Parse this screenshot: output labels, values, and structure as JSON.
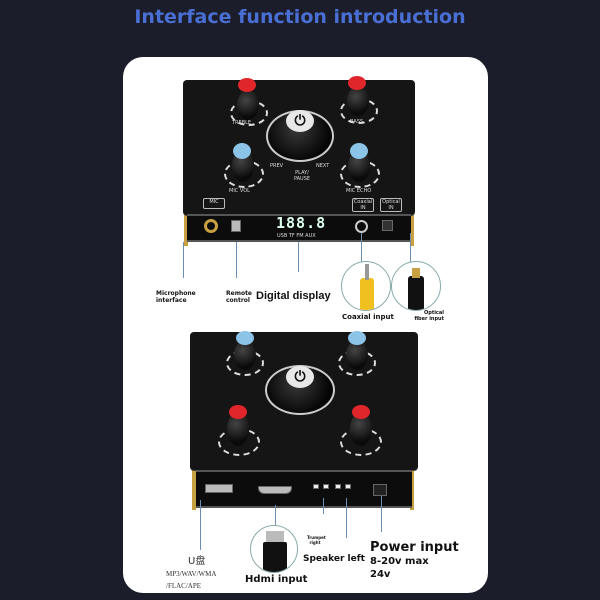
{
  "title": "Interface function introduction",
  "top_board": {
    "knob_labels": {
      "treble": "TREBLE",
      "bass": "BASS",
      "mic_vol": "MIC VOL",
      "mic_echo": "MIC ECHO"
    },
    "center": {
      "prev": "PREV",
      "next": "NEXT",
      "play_pause": "PLAY/ PAUSE"
    },
    "buttons": {
      "mic": "MIC",
      "coaxial": "Coaxial IN",
      "optical": "Optical IN"
    },
    "display": {
      "digits": "188.8",
      "modes": "USB TF FM AUX"
    }
  },
  "top_labels": {
    "microphone": "Microphone interface",
    "remote": "Remote control",
    "display": "Digital display",
    "coaxial": "Coaxial input",
    "optical": "Optical fiber input"
  },
  "bottom_labels": {
    "usb": "U盘",
    "formats_1": "MP3/WAV/WMA",
    "formats_2": "/FLAC/APE",
    "hdmi": "Hdmi input",
    "trumpet_right": "Trumpet right",
    "speaker_left": "Speaker left",
    "power": "Power input",
    "power_v1": "8-20v max",
    "power_v2": "24v"
  },
  "colors": {
    "title": "#4a6fd4",
    "background": "#1b1d2b",
    "knob_red": "#e0262b",
    "knob_blue": "#8cc4e8"
  }
}
